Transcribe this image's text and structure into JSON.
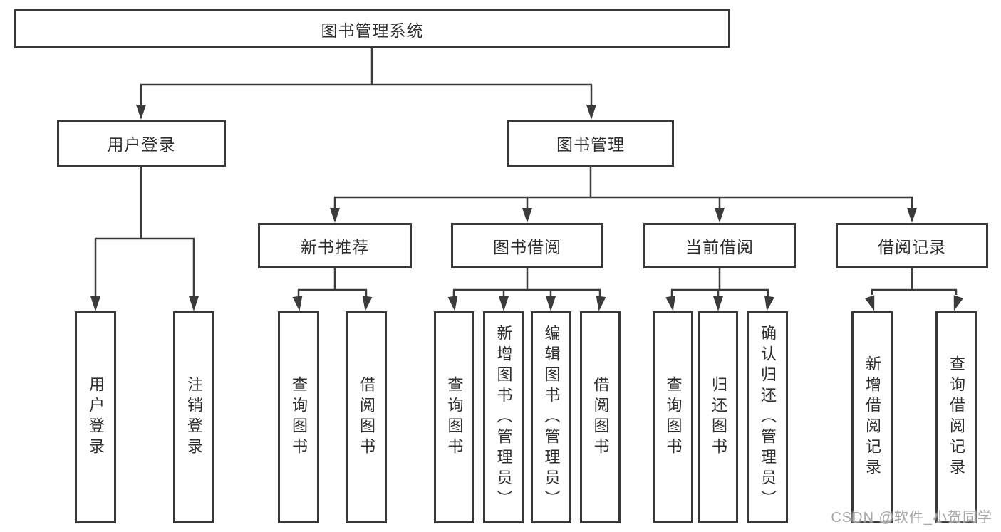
{
  "colors": {
    "line": "#3b3b3b",
    "border": "#383838",
    "text": "#2f2f2f",
    "watermark": "#a6a6a6",
    "background": "#ffffff"
  },
  "tree": {
    "root": {
      "label": "图书管理系统"
    },
    "branches": [
      {
        "label": "用户登录",
        "children": [
          {
            "label": "用户登录"
          },
          {
            "label": "注销登录"
          }
        ]
      },
      {
        "label": "图书管理",
        "sections": [
          {
            "label": "新书推荐",
            "children": [
              {
                "label": "查询图书"
              },
              {
                "label": "借阅图书"
              }
            ]
          },
          {
            "label": "图书借阅",
            "children": [
              {
                "label": "查询图书"
              },
              {
                "label": "新增图书（管理员）"
              },
              {
                "label": "编辑图书（管理员）"
              },
              {
                "label": "借阅图书"
              }
            ]
          },
          {
            "label": "当前借阅",
            "children": [
              {
                "label": "查询图书"
              },
              {
                "label": "归还图书"
              },
              {
                "label": "确认归还（管理员）"
              }
            ]
          },
          {
            "label": "借阅记录",
            "children": [
              {
                "label": "新增借阅记录"
              },
              {
                "label": "查询借阅记录"
              }
            ]
          }
        ]
      }
    ]
  },
  "watermark": {
    "text": "CSDN @软件_小贺同学"
  }
}
